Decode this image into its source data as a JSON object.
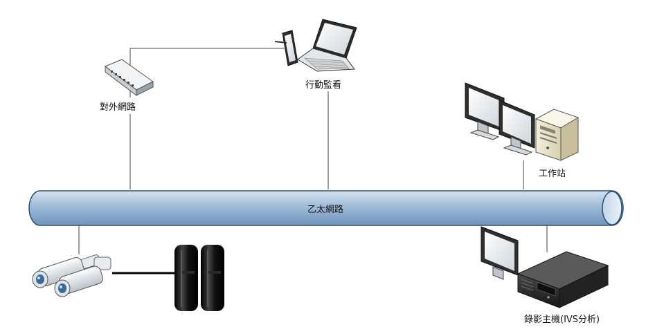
{
  "nodes": {
    "internet": {
      "label": "對外網路",
      "icon": "network-switch-icon"
    },
    "mobile": {
      "label": "行動監看",
      "icon": "laptop-and-tablet-icon"
    },
    "workstation": {
      "label": "工作站",
      "icon": "workstation-computer-icon"
    },
    "ethernet": {
      "label": "乙太網路",
      "icon": "ethernet-backbone-pipe"
    },
    "nvr": {
      "label": "錄影主機(IVS分析)",
      "icon": "nvr-recorder-icon"
    },
    "cameras": {
      "label": "",
      "icon": "bullet-camera-icon"
    },
    "beam": {
      "label": "",
      "icon": "infrared-beam-detector-icon"
    }
  },
  "colors": {
    "pipe_fill": "#a9c3dd",
    "pipe_stroke": "#2a4f78",
    "line": "#444444",
    "beam_body": "#1a1a1a"
  }
}
